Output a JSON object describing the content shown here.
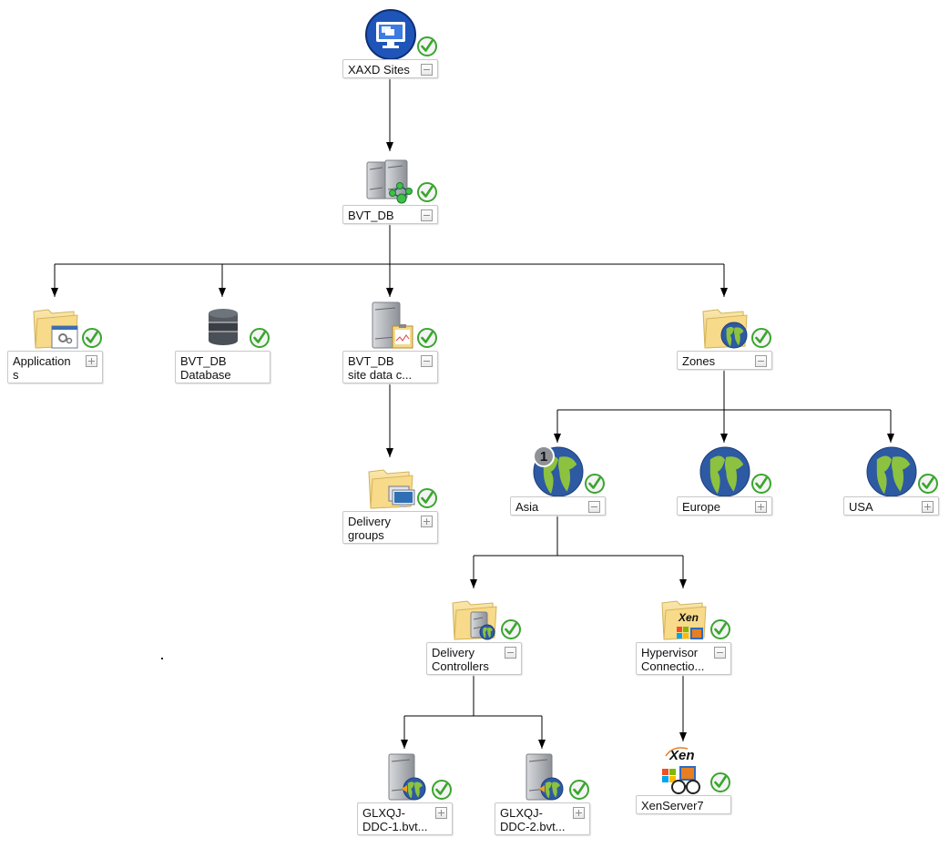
{
  "diagram": {
    "title": "XAXD Sites topology",
    "status_color": "#3aa52e",
    "edge_color": "#000000",
    "nodes": [
      {
        "id": "xaxd-sites",
        "label": "XAXD Sites",
        "icon": "monitor-globe-icon",
        "status": "healthy",
        "expander": "collapse"
      },
      {
        "id": "bvt-db",
        "label": "BVT_DB",
        "icon": "server-cluster-icon",
        "status": "healthy",
        "expander": "collapse"
      },
      {
        "id": "applications",
        "label": "Application\ns",
        "icon": "folder-applications-icon",
        "status": "healthy",
        "expander": "expand"
      },
      {
        "id": "bvt-db-database",
        "label": "BVT_DB\nDatabase",
        "icon": "database-icon",
        "status": "healthy",
        "expander": "none"
      },
      {
        "id": "bvt-db-site-data",
        "label": "BVT_DB\nsite data c...",
        "icon": "server-clipboard-icon",
        "status": "healthy",
        "expander": "collapse"
      },
      {
        "id": "zones",
        "label": "Zones",
        "icon": "folder-globe-icon",
        "status": "healthy",
        "expander": "collapse"
      },
      {
        "id": "delivery-groups",
        "label": "Delivery\ngroups",
        "icon": "folder-monitors-icon",
        "status": "healthy",
        "expander": "expand"
      },
      {
        "id": "asia",
        "label": "Asia",
        "icon": "globe-icon",
        "status": "healthy",
        "expander": "collapse",
        "badge": "1"
      },
      {
        "id": "europe",
        "label": "Europe",
        "icon": "globe-icon",
        "status": "healthy",
        "expander": "expand"
      },
      {
        "id": "usa",
        "label": "USA",
        "icon": "globe-icon",
        "status": "healthy",
        "expander": "expand"
      },
      {
        "id": "delivery-controllers",
        "label": "Delivery\nControllers",
        "icon": "folder-server-icon",
        "status": "healthy",
        "expander": "collapse"
      },
      {
        "id": "hypervisor-connections",
        "label": "Hypervisor\nConnectio...",
        "icon": "folder-xen-icon",
        "status": "healthy",
        "expander": "collapse"
      },
      {
        "id": "glxqj-ddc-1",
        "label": "GLXQJ-\nDDC-1.bvt...",
        "icon": "server-globe-icon",
        "status": "healthy",
        "expander": "expand"
      },
      {
        "id": "glxqj-ddc-2",
        "label": "GLXQJ-\nDDC-2.bvt...",
        "icon": "server-globe-icon",
        "status": "healthy",
        "expander": "expand"
      },
      {
        "id": "xenserver7",
        "label": "XenServer7",
        "icon": "xenserver-icon",
        "status": "healthy",
        "expander": "none"
      }
    ],
    "edges": [
      {
        "from": "xaxd-sites",
        "to": [
          "bvt-db"
        ]
      },
      {
        "from": "bvt-db",
        "to": [
          "applications",
          "bvt-db-database",
          "bvt-db-site-data",
          "zones"
        ]
      },
      {
        "from": "bvt-db-site-data",
        "to": [
          "delivery-groups"
        ]
      },
      {
        "from": "zones",
        "to": [
          "asia",
          "europe",
          "usa"
        ]
      },
      {
        "from": "asia",
        "to": [
          "delivery-controllers",
          "hypervisor-connections"
        ]
      },
      {
        "from": "delivery-controllers",
        "to": [
          "glxqj-ddc-1",
          "glxqj-ddc-2"
        ]
      },
      {
        "from": "hypervisor-connections",
        "to": [
          "xenserver7"
        ]
      }
    ]
  }
}
